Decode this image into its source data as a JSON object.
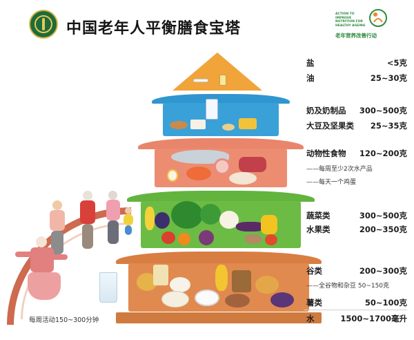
{
  "header": {
    "title": "中国老年人平衡膳食宝塔",
    "logo_right_small": "ACTION TO IMPROVE NUTRITION FOR HEALTHY AGEING",
    "logo_right_caption": "老年营养改善行动"
  },
  "tiers": {
    "salt": {
      "label": "盐",
      "value": "<5克"
    },
    "oil": {
      "label": "油",
      "value": "25~30克"
    },
    "dairy": {
      "label": "奶及奶制品",
      "value": "300~500克"
    },
    "soy_nuts": {
      "label": "大豆及坚果类",
      "value": "25~35克"
    },
    "animal": {
      "label": "动物性食物",
      "value": "120~200克"
    },
    "animal_note1": "——每周至少2次水产品",
    "animal_note2": "——每天一个鸡蛋",
    "vegetables": {
      "label": "蔬菜类",
      "value": "300~500克"
    },
    "fruits": {
      "label": "水果类",
      "value": "200~350克"
    },
    "grains": {
      "label": "谷类",
      "value": "200~300克"
    },
    "grains_note": "——全谷物和杂豆 50~150克",
    "tubers": {
      "label": "薯类",
      "value": "50~100克"
    },
    "water": {
      "label": "水",
      "value": "1500~1700毫升"
    }
  },
  "activity": "每周活动150~300分钟",
  "colors": {
    "tier_top": "#f0a43a",
    "tier_dairy": "#3aa1d8",
    "tier_animal": "#ec8d72",
    "tier_veg": "#6cbb45",
    "tier_grain": "#e08a4f",
    "track": "#c85a3c"
  }
}
